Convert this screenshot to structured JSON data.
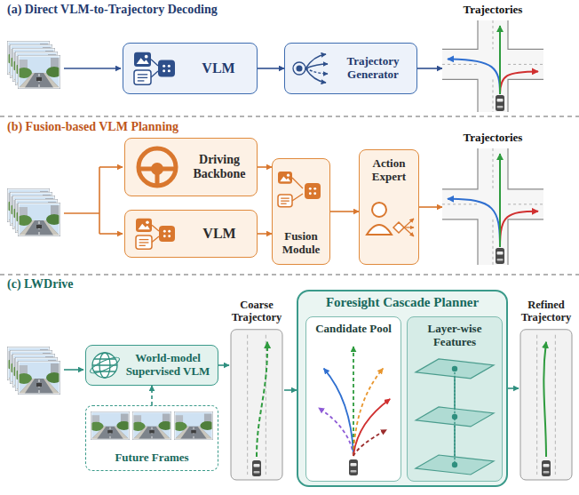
{
  "diagram": {
    "nodes": [
      {
        "text": [
          "VLM"
        ]
      },
      {
        "text": [
          "Trajectory Generator"
        ]
      },
      {
        "text": [
          "Trajectories"
        ]
      },
      {
        "text": [
          "Driving Backbone"
        ]
      },
      {
        "text": [
          "VLM"
        ]
      },
      {
        "text": [
          "Fusion Module"
        ]
      },
      {
        "text": [
          "Action Expert"
        ]
      },
      {
        "text": [
          "Trajectories"
        ]
      },
      {
        "text": [
          "World-model Supervised VLM"
        ]
      },
      {
        "text": [
          "Future Frames"
        ]
      },
      {
        "text": [
          "Coarse Trajectory"
        ]
      },
      {
        "text": [
          "Foresight Cascade Planner"
        ]
      },
      {
        "text": [
          "Candidate Pool"
        ],
        "in": 11
      },
      {
        "text": [
          "Layer-wise Features"
        ],
        "in": 11
      },
      {
        "text": [
          "Refined Trajectory"
        ]
      }
    ],
    "edges": [
      {
        "from": 0,
        "to": 1,
        "arrow": "to"
      },
      {
        "from": 1,
        "to": 2,
        "arrow": "to"
      },
      {
        "from": 3,
        "to": 5,
        "arrow": "to"
      },
      {
        "from": 4,
        "to": 5,
        "arrow": "to"
      },
      {
        "from": 5,
        "to": 6,
        "arrow": "to"
      },
      {
        "from": 6,
        "to": 7,
        "arrow": "to"
      },
      {
        "from": 9,
        "to": 8,
        "arrow": "to"
      },
      {
        "from": 8,
        "to": 10,
        "arrow": "to"
      },
      {
        "from": 10,
        "to": 11,
        "arrow": "to"
      },
      {
        "from": 11,
        "to": 14,
        "arrow": "to"
      }
    ],
    "labels": [
      "(a) Direct VLM-to-Trajectory Decoding",
      "(b) Fusion-based VLM Planning",
      "(c) LWDrive"
    ]
  }
}
